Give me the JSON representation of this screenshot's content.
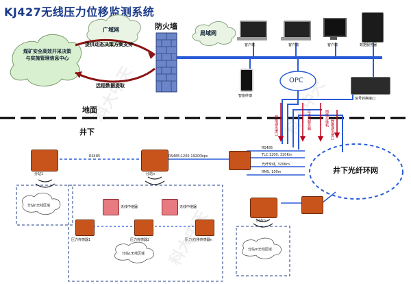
{
  "title": "KJ427无线压力位移监测系统",
  "above": {
    "ground_label": "地面",
    "firewall_label": "防火墙",
    "wan_label": "广域网",
    "lan_label": "局域网",
    "info_center": "煤矿安全高效开采决策与实施管理信息中心",
    "arrow_top_text": "提供动态决策方案支持",
    "arrow_bottom_text": "远程数据提取",
    "clients": [
      "客户端",
      "客户端",
      "客户端"
    ],
    "server_label": "数据服务器",
    "phone_label": "智能终端",
    "opc_label": "OPC",
    "gateway_label": "信号转换接口"
  },
  "below": {
    "underground_label": "井下",
    "ring_label": "井下光纤环网",
    "rs485_link": "RS485",
    "rs485_rate": "RS485:1200-19200bps",
    "link_rs485": "RS485",
    "link_tlc": "TLC:1200, 320Km",
    "link_fiber": "光纤专线, 320Km",
    "link_rms": "RMS, 100m",
    "red_vertical_labels": [
      "网络通讯接口",
      "以太网服务器",
      "网络交换机",
      "数据通讯接口"
    ],
    "substation_labels": [
      "分站1",
      "分站n",
      "分站m"
    ],
    "zone_n": "分站n无线区域",
    "zone_1": "分站1无线区域",
    "zone_m": "分站m无线区域",
    "relays": [
      "无线中继器",
      "无线中继器"
    ],
    "sensors": [
      "压力传感器1",
      "压力传感器2",
      "压力/位移传感器n"
    ]
  },
  "watermark": "科大中天",
  "colors": {
    "title": "#1b3a8a",
    "firewall_brick": "#6a86c9",
    "device_orange": "#c8541c",
    "cloud_green": "#d8efd0",
    "link_blue": "#2a5bd7",
    "red_arrow": "#c0001b"
  }
}
